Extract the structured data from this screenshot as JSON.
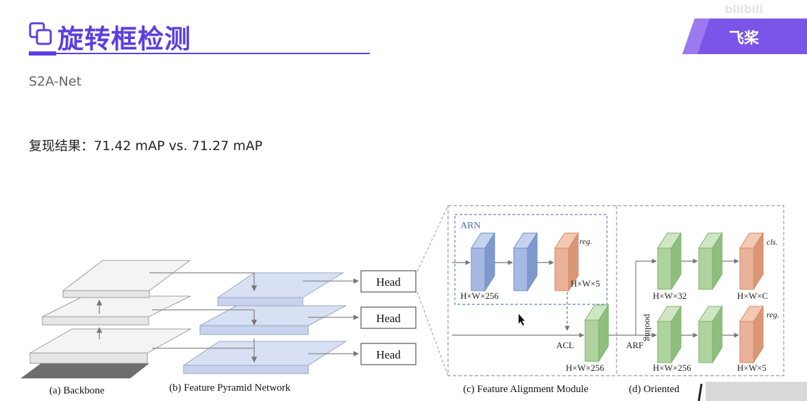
{
  "title": "旋转框检测",
  "subtitle": "S2A-Net",
  "result_text": "复现结果：71.42 mAP vs. 71.27 mAP",
  "brand": {
    "watermark": "bilibili",
    "name": "飞桨"
  },
  "figure": {
    "captions": {
      "backbone": "(a) Backbone",
      "fpn": "(b) Feature Pyramid Network",
      "fam": "(c) Feature Alignment Module",
      "odm": "(d) Oriented"
    },
    "heads": [
      "Head",
      "Head",
      "Head"
    ],
    "arn_label": "ARN",
    "labels": {
      "reg_arn": "reg.",
      "hw256_arn": "H×W×256",
      "hw5_arn": "H×W×5",
      "acl": "ACL",
      "hw256_acl": "H×W×256",
      "arf": "ARF",
      "pooling": "pooling",
      "hw32": "H×W×32",
      "cls": "cls.",
      "hwc": "H×W×C",
      "hw256_odm": "H×W×256",
      "reg_odm": "reg.",
      "hw5_odm": "H×W×5"
    },
    "colors": {
      "blue_block": "#9fb3dc",
      "orange_block": "#e9a98a",
      "green_block": "#a9cf9a",
      "plate": "#f2f2f2",
      "fpn_plate": "#d6dff2",
      "arn_border": "#5a7fc0"
    }
  }
}
